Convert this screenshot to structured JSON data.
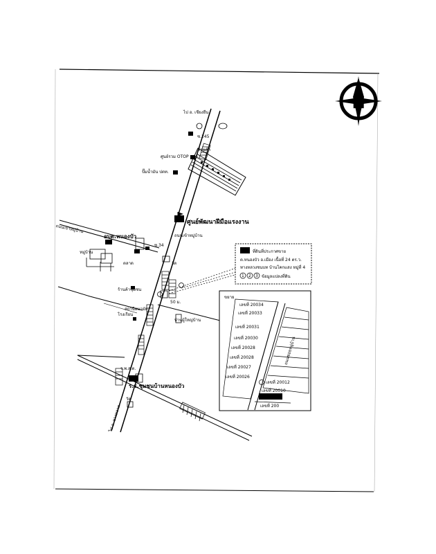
{
  "map": {
    "north_label": "N",
    "road_labels": {
      "to_north": "ไป อ. เชียงยืน",
      "to_south": "ไป อ. ยางตลาด",
      "soi_245": "ซ.245",
      "soi_34": "ซ.34",
      "side_road_east": "ถนนเข้าหมู่บ้าน",
      "side_road_west": "ถนนเข้าหมู่บ้าน"
    },
    "landmarks": {
      "otop_center": "ศูนย์รวม OTOP อบต.",
      "shop_north": "ร้านค้า",
      "fuel_station": "ปั๊มน้ำมัน ปตท.",
      "sports_center": "ศูนย์พัฒนาฝีมือแรงงาน",
      "market": "ตลาด",
      "subdistrict_office": "อบต.หนองบัว",
      "village": "หมู่บ้าน",
      "temple": "วัด",
      "shop_mid": "ร้านค้าชุมชน",
      "school": "โรงเรียน",
      "health_center": "สถานีอนามัย",
      "community_house": "บ้านผู้ใหญ่บ้าน",
      "hospital": "ร.พ.ส.ต.",
      "primary_school": "ร.ร.ชุมชนบ้านหนองบัว",
      "wat_south": "วัด",
      "distance_label": "50 ม."
    },
    "legend": {
      "title": "ที่ดินที่ประกาศขาย",
      "line_1": "ต.หนองบัว อ.เมือง เนื้อที่ 24 ตร.ว.",
      "line_2": "ทางหลวงชนบท บ้านโคกแสง หมู่ที่ 4",
      "line_3": "ข้อมูลแปลงที่ดิน",
      "circle_labels": [
        "1",
        "2",
        "3"
      ]
    },
    "inset": {
      "title": "ขยาย",
      "road_label": "ถนนซอยหมู่บ้าน",
      "plots": [
        "เลขที่ 20034",
        "เลขที่ 20033",
        "เลขที่ 20031",
        "เลขที่ 20030",
        "เลขที่ 20028",
        "เลขที่ 20028",
        "เลขที่ 20027",
        "เลขที่ 20026"
      ],
      "plots_lower": [
        "เลขที่ 20012",
        "เลขที่ 20010",
        "เลขที่ 200"
      ]
    }
  }
}
